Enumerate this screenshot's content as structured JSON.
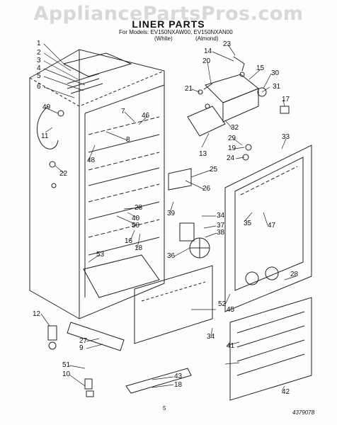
{
  "watermark": "AppliancePartsPros.com",
  "title": "LINER PARTS",
  "models_line": "For Models: EV150NXAW00, EV150NXAN00",
  "model_white": "(White)",
  "model_almond": "(Almond)",
  "page_number": "5",
  "doc_number": "4379078",
  "callouts": [
    "1",
    "2",
    "3",
    "4",
    "5",
    "6",
    "7",
    "46",
    "49",
    "11",
    "8",
    "48",
    "22",
    "23",
    "14",
    "20",
    "15",
    "30",
    "31",
    "21",
    "17",
    "32",
    "29",
    "19",
    "13",
    "33",
    "24",
    "25",
    "26",
    "39",
    "34",
    "28",
    "40",
    "50",
    "37",
    "35",
    "47",
    "16",
    "18",
    "38",
    "53",
    "36",
    "28",
    "52",
    "45",
    "12",
    "27",
    "9",
    "51",
    "10",
    "43",
    "18",
    "34",
    "41",
    "42"
  ]
}
